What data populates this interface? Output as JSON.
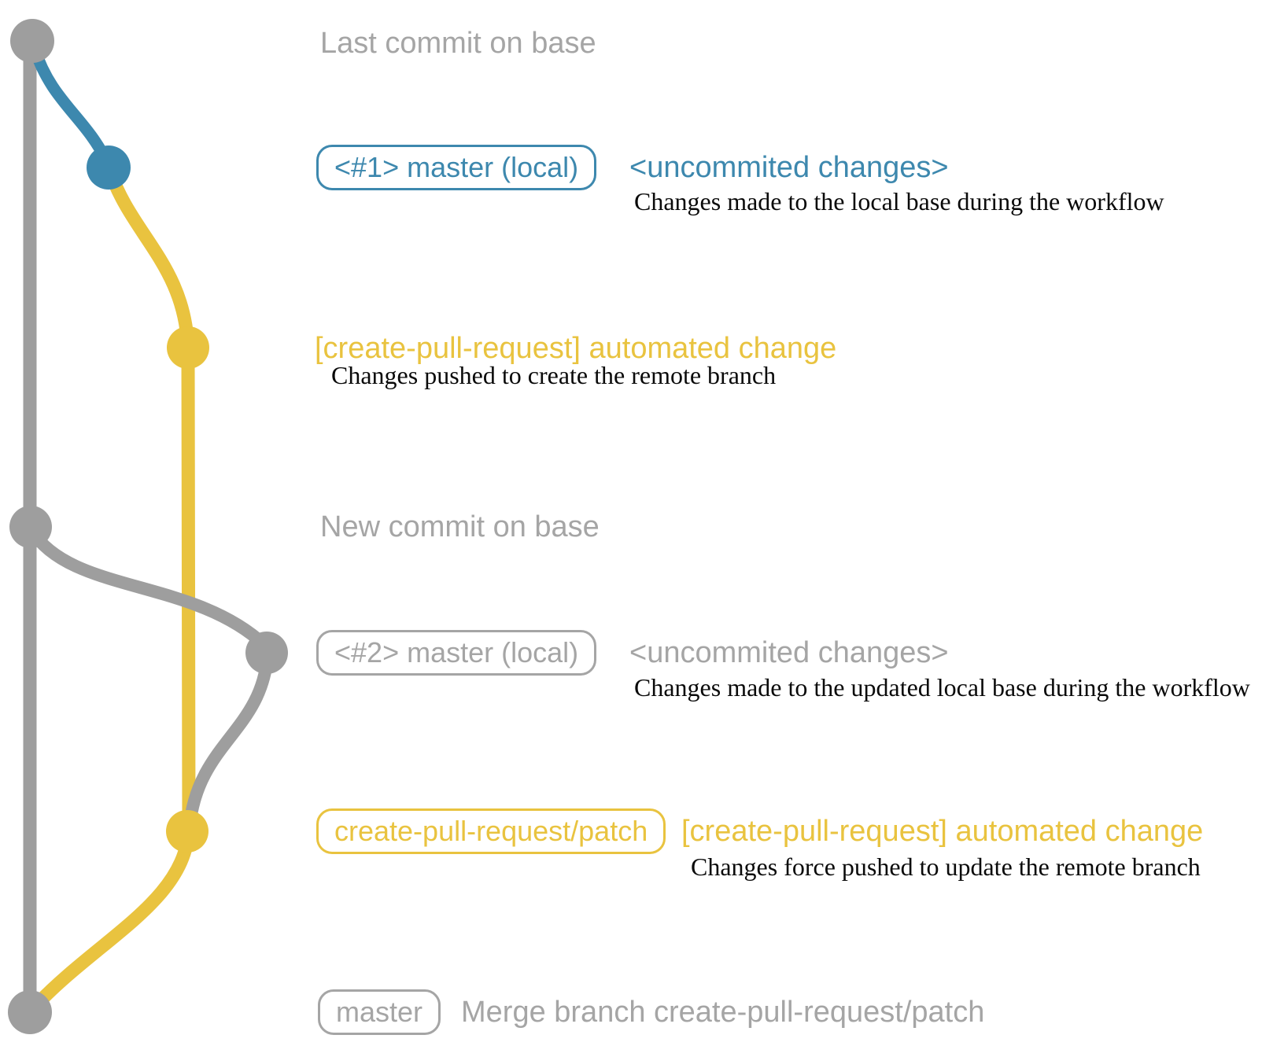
{
  "colors": {
    "blue": "#3d88ae",
    "yellow": "#e9c33f",
    "gray": "#9e9e9e",
    "gray_text": "#a5a5a5",
    "desc_text": "#0a0a0a",
    "background": "#ffffff"
  },
  "rows": {
    "last_commit": {
      "label": "Last commit on base"
    },
    "local_1": {
      "badge": "<#1> master (local)",
      "heading": "<uncommited changes>",
      "description": "Changes made to the local base during the workflow"
    },
    "push_1": {
      "heading": "[create-pull-request] automated change",
      "description": "Changes pushed to create the remote branch"
    },
    "new_commit": {
      "label": "New commit on base"
    },
    "local_2": {
      "badge": "<#2> master (local)",
      "heading": "<uncommited changes>",
      "description": "Changes made to the updated local base during the workflow"
    },
    "push_2": {
      "badge": "create-pull-request/patch",
      "heading": "[create-pull-request] automated change",
      "description": "Changes force pushed to update the remote branch"
    },
    "merge": {
      "badge": "master",
      "heading": "Merge branch create-pull-request/patch"
    }
  },
  "graph": {
    "commits": [
      {
        "id": "base-last-commit",
        "color_key": "gray"
      },
      {
        "id": "local-1-uncommitted",
        "color_key": "blue"
      },
      {
        "id": "patch-branch-push",
        "color_key": "yellow"
      },
      {
        "id": "base-new-commit",
        "color_key": "gray"
      },
      {
        "id": "local-2-uncommitted",
        "color_key": "gray"
      },
      {
        "id": "patch-branch-force-push",
        "color_key": "yellow"
      },
      {
        "id": "merge-commit",
        "color_key": "gray"
      }
    ]
  }
}
